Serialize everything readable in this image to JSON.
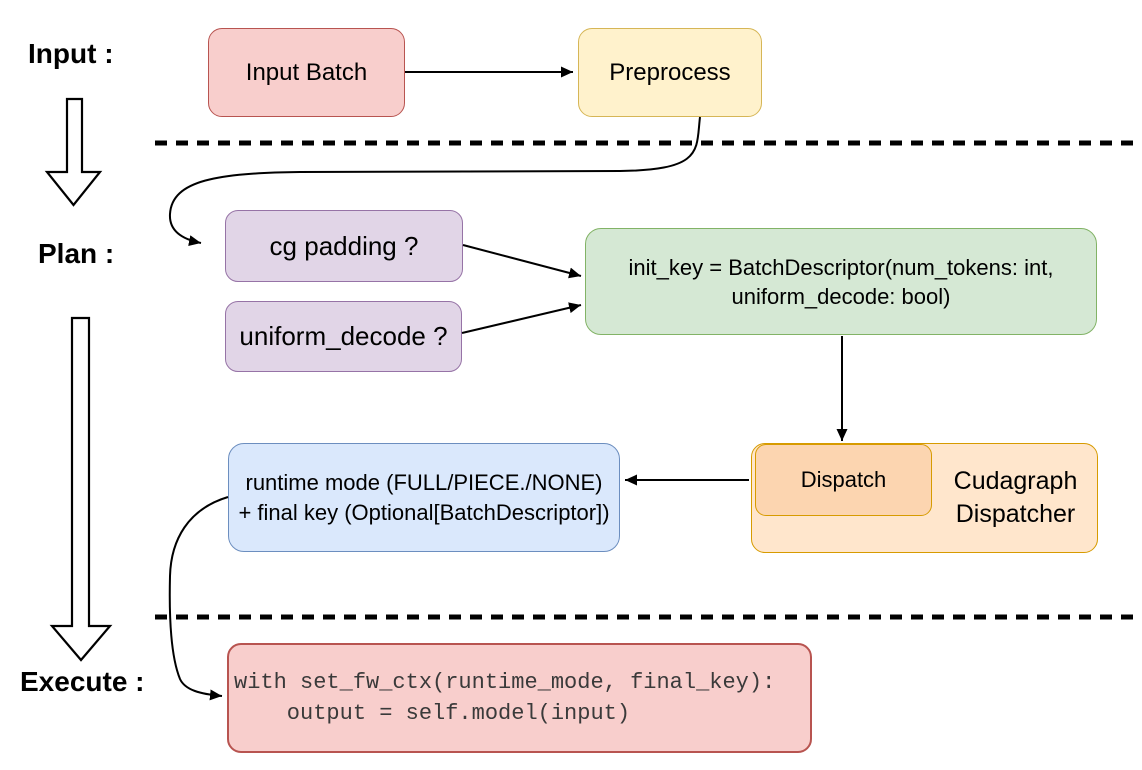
{
  "phases": {
    "input": "Input :",
    "plan": "Plan :",
    "execute": "Execute :"
  },
  "boxes": {
    "input_batch": {
      "label": "Input Batch"
    },
    "preprocess": {
      "label": "Preprocess"
    },
    "cg_padding": {
      "label": "cg padding ?"
    },
    "uniform_decode": {
      "label": "uniform_decode ?"
    },
    "init_key": {
      "line1": "init_key = BatchDescriptor(num_tokens: int,",
      "line2": "uniform_decode: bool)"
    },
    "runtime": {
      "line1": "runtime mode (FULL/PIECE./NONE)",
      "line2": "+ final key (Optional[BatchDescriptor])"
    },
    "dispatch": {
      "label": "Dispatch"
    },
    "cudagraph_dispatcher": {
      "line1": "Cudagraph",
      "line2": "Dispatcher"
    },
    "code": {
      "line1": "with set_fw_ctx(runtime_mode, final_key):",
      "line2": "    output = self.model(input)"
    }
  },
  "colors": {
    "pink_fill": "#f8cecc",
    "pink_stroke": "#b85450",
    "yellow_fill": "#fff2cc",
    "yellow_stroke": "#d6b656",
    "purple_fill": "#e1d5e7",
    "purple_stroke": "#9673a6",
    "green_fill": "#d5e8d4",
    "green_stroke": "#82b366",
    "blue_fill": "#dae8fc",
    "blue_stroke": "#6c8ebf",
    "orange_fill": "#ffe6cc",
    "orange_stroke": "#d79b00",
    "peach_fill": "#fcd5b0",
    "connector": "#000000",
    "code_text": "#3a3a3a",
    "text": "#000000"
  }
}
